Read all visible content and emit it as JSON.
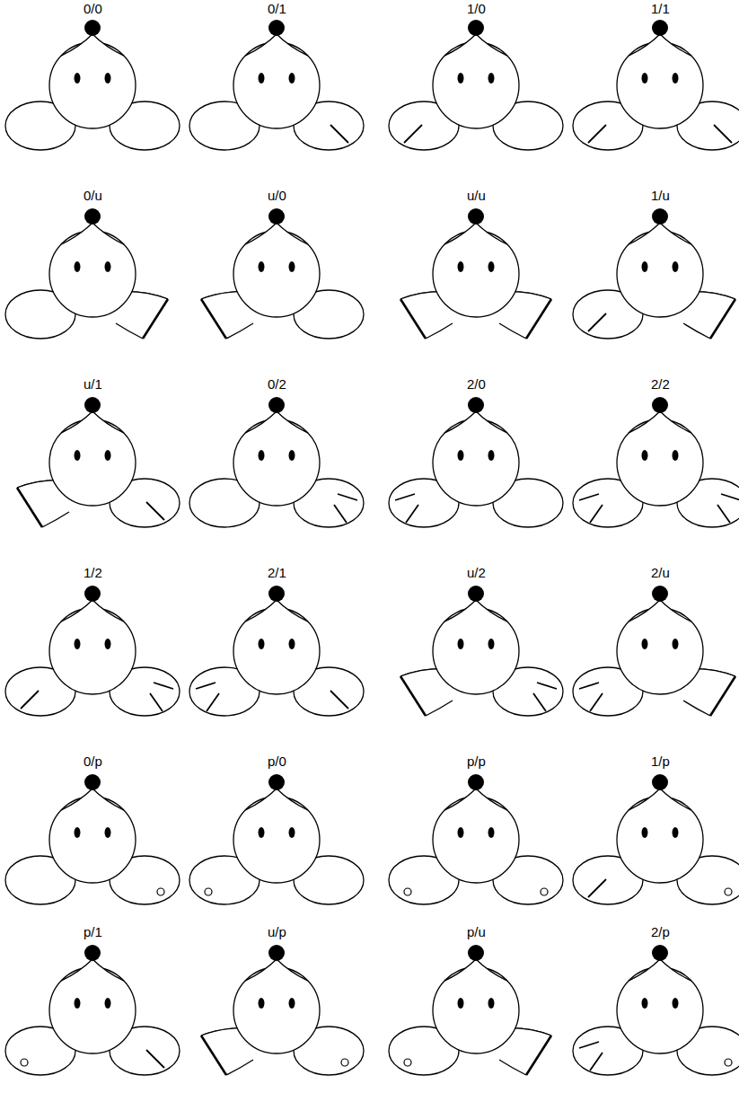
{
  "diagram": {
    "labels": [
      "0/0",
      "0/1",
      "1/0",
      "1/1",
      "0/u",
      "u/0",
      "u/u",
      "1/u",
      "u/1",
      "0/2",
      "2/0",
      "2/2",
      "1/2",
      "2/1",
      "u/2",
      "2/u",
      "0/p",
      "p/0",
      "p/p",
      "1/p",
      "p/1",
      "u/p",
      "p/u",
      "2/p"
    ]
  }
}
